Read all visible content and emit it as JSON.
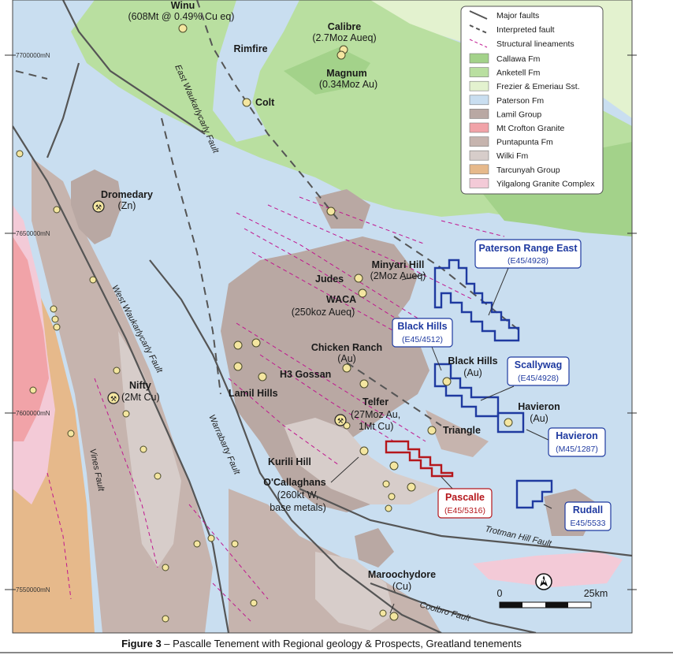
{
  "colors": {
    "paterson": "#c9def0",
    "callawa": "#a3d28a",
    "anketell": "#b9dfa0",
    "frezier": "#e3f2cf",
    "lamil": "#b9a8a3",
    "mt_crofton": "#f1a3a8",
    "puntapunta": "#c6b4ae",
    "wilki": "#d7cdca",
    "tarcunyah": "#e6b98b",
    "yilgalong": "#f3cad7",
    "tenement_blue": "#1f3aa0",
    "tenement_red": "#b5171c",
    "prospect": "#f4e6a0"
  },
  "grid_labels": [
    "7700000mN",
    "7650000mN",
    "7600000mN",
    "7550000mN"
  ],
  "prospects": [
    {
      "name": "Winu",
      "detail": "(608Mt @ 0.49% Cu eq)"
    },
    {
      "name": "Calibre",
      "detail": "(2.7Moz Aueq)"
    },
    {
      "name": "Rimfire",
      "detail": ""
    },
    {
      "name": "Magnum",
      "detail": "(0.34Moz Au)"
    },
    {
      "name": "Colt",
      "detail": ""
    },
    {
      "name": "Dromedary",
      "detail": "(Zn)"
    },
    {
      "name": "Minyari Hill",
      "detail": "(2Moz Aueq)"
    },
    {
      "name": "Judes",
      "detail": ""
    },
    {
      "name": "WACA",
      "detail": "(250koz Aueq)"
    },
    {
      "name": "Chicken Ranch",
      "detail": "(Au)"
    },
    {
      "name": "H3 Gossan",
      "detail": ""
    },
    {
      "name": "Lamil Hills",
      "detail": ""
    },
    {
      "name": "Nifty",
      "detail": "(2Mt Cu)"
    },
    {
      "name": "Telfer",
      "detail": "(27Moz Au,"
    },
    {
      "name": "",
      "detail": "1Mt Cu)"
    },
    {
      "name": "Black Hills",
      "detail": "(Au)"
    },
    {
      "name": "Havieron",
      "detail": "(Au)"
    },
    {
      "name": "Triangle",
      "detail": ""
    },
    {
      "name": "Kurili Hill",
      "detail": ""
    },
    {
      "name": "O'Callaghans",
      "detail": "(260kt W,"
    },
    {
      "name": "",
      "detail": "base metals)"
    },
    {
      "name": "Maroochydore",
      "detail": "(Cu)"
    }
  ],
  "faults": {
    "east_waukarlycarly": "East Waukarlycarly Fault",
    "west_waukarlycarly": "West Waukarlycarly Fault",
    "vines": "Vines Fault",
    "warrabarty": "Warrabarty Fault",
    "trotman_hill": "Trotman Hill Fault",
    "coolbro": "Coolbro Fault"
  },
  "tenements": [
    {
      "name": "Paterson Range East",
      "code": "(E45/4928)",
      "color": "blue"
    },
    {
      "name": "Black Hills",
      "code": "(E45/4512)",
      "color": "blue"
    },
    {
      "name": "Scallywag",
      "code": "(E45/4928)",
      "color": "blue"
    },
    {
      "name": "Havieron",
      "code": "(M45/1287)",
      "color": "blue"
    },
    {
      "name": "Pascalle",
      "code": "(E45/5316)",
      "color": "red"
    },
    {
      "name": "Rudall",
      "code": "E45/5533",
      "color": "blue"
    }
  ],
  "legend": {
    "lines": [
      "Major faults",
      "Interpreted fault",
      "Structural lineaments"
    ],
    "units": [
      {
        "label": "Callawa Fm",
        "color": "#a3d28a"
      },
      {
        "label": "Anketell Fm",
        "color": "#b9dfa0"
      },
      {
        "label": "Frezier & Emeriau Sst.",
        "color": "#e3f2cf"
      },
      {
        "label": "Paterson Fm",
        "color": "#c9def0"
      },
      {
        "label": "Lamil Group",
        "color": "#b9a8a3"
      },
      {
        "label": "Mt Crofton Granite",
        "color": "#f1a3a8"
      },
      {
        "label": "Puntapunta Fm",
        "color": "#c6b4ae"
      },
      {
        "label": "Wilki Fm",
        "color": "#d7cdca"
      },
      {
        "label": "Tarcunyah Group",
        "color": "#e6b98b"
      },
      {
        "label": "Yilgalong Granite Complex",
        "color": "#f3cad7"
      }
    ]
  },
  "scale": {
    "start": "0",
    "end": "25km"
  },
  "north": "N",
  "caption": {
    "bold": "Figure 3",
    "text": " – Pascalle Tenement with Regional geology & Prospects, Greatland tenements"
  }
}
